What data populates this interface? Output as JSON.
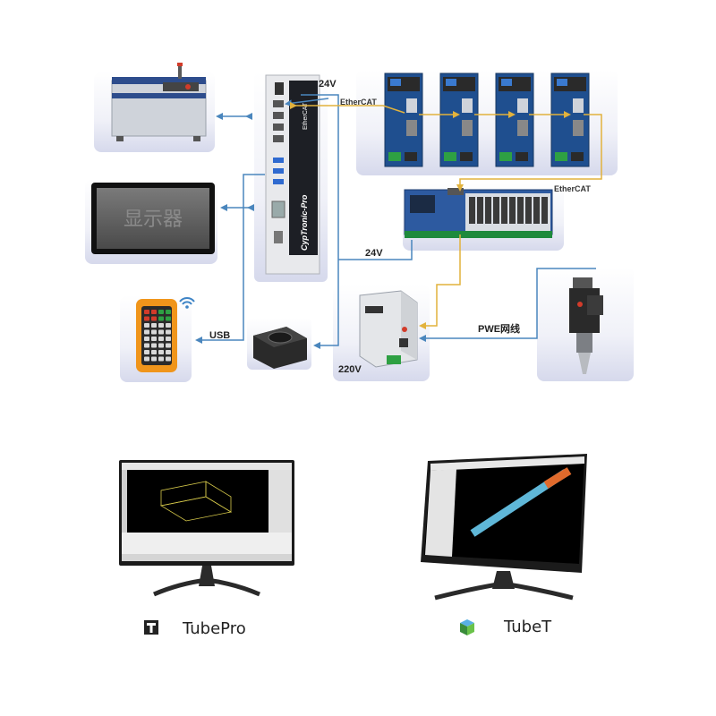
{
  "components": {
    "controller_brand": "CypTronic-Pro",
    "controller_side_label": "EtherCAT",
    "display_label": "显示器",
    "ethercat_logo_text": "EtherCAT"
  },
  "labels": {
    "v24_top": "24V",
    "v24_mid": "24V",
    "v220": "220V",
    "usb": "USB",
    "pwe": "PWE网线"
  },
  "software": [
    {
      "name": "TubePro",
      "icon": "tubepro-icon"
    },
    {
      "name": "TubeT",
      "icon": "tubet-icon"
    }
  ],
  "colors": {
    "blue_link": "#4a86bd",
    "yellow_link": "#e2b23c",
    "panel_shadow": "#dfe2f0"
  }
}
